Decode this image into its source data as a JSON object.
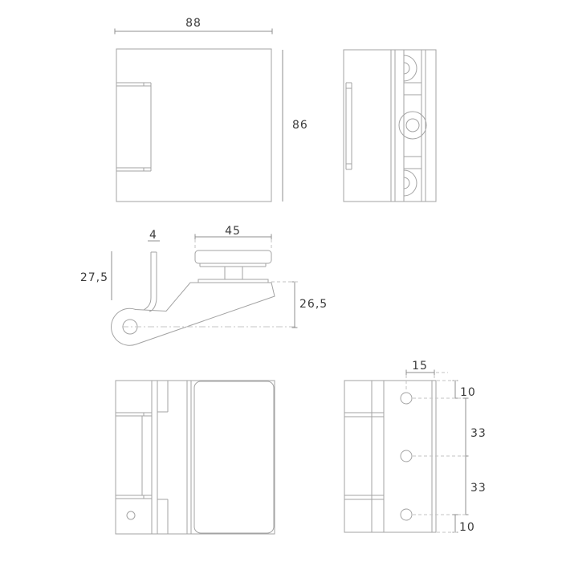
{
  "drawing": {
    "colors": {
      "background": "#ffffff",
      "part_line": "#a3a3a3",
      "dimension_line": "#8f8f8f",
      "reference_dash": "#c3c3c3",
      "text": "#3b3b3b"
    },
    "views": {
      "front_top": {
        "width": "88",
        "height": "86"
      },
      "profile": {
        "plate_thickness": "4",
        "knob_width": "45",
        "lever_height": "27,5",
        "drop_height": "26,5"
      },
      "side_bottom": {
        "hole_inset": "15",
        "margin_top": "10",
        "hole_spacing_upper": "33",
        "hole_spacing_lower": "33",
        "margin_bottom": "10"
      }
    }
  }
}
